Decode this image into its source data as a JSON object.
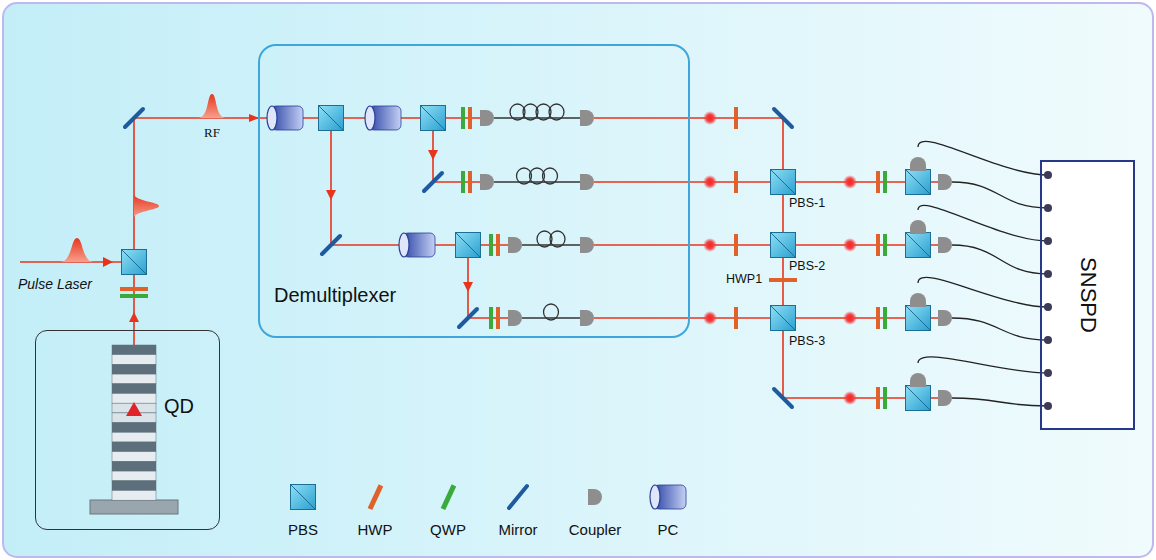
{
  "diagram": {
    "nodes": [
      {
        "text": [
          "QD"
        ]
      },
      {
        "text": [
          "Demultiplexer"
        ]
      },
      {
        "text": [
          "SNSPD"
        ]
      }
    ],
    "edges": [
      {
        "from": 0,
        "to": 1,
        "arrow": "to"
      }
    ],
    "labels": [
      "RF",
      "Pulse Laser",
      "PBS-1",
      "PBS-2",
      "HWP1",
      "PBS-3"
    ],
    "legend": [
      {
        "text": "PBS"
      },
      {
        "text": "HWP"
      },
      {
        "text": "QWP"
      },
      {
        "text": "Mirror"
      },
      {
        "text": "Coupler"
      },
      {
        "text": "PC"
      }
    ]
  }
}
